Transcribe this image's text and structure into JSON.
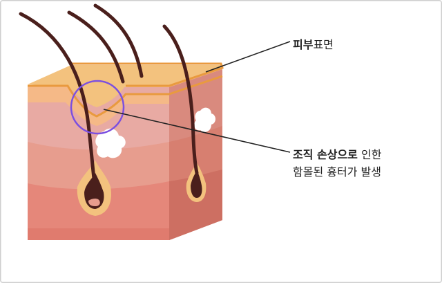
{
  "labels": {
    "surface_bold": "피부",
    "surface_rest": "표면",
    "damage_bold": "조직 손상으로",
    "damage_rest": " 인한",
    "damage_line2": "함몰된 흉터가 발생"
  },
  "colors": {
    "skin_top": "#f3c27e",
    "skin_top_edge": "#e99a3f",
    "epidermis_front": "#e6a19a",
    "dermis_front": "#e69a8a",
    "subcutis_front": "#e5877a",
    "side_face": "#d98072",
    "hair": "#4a1f1c",
    "highlight_circle": "#7b4fe0",
    "scar_white": "#ffffff"
  }
}
